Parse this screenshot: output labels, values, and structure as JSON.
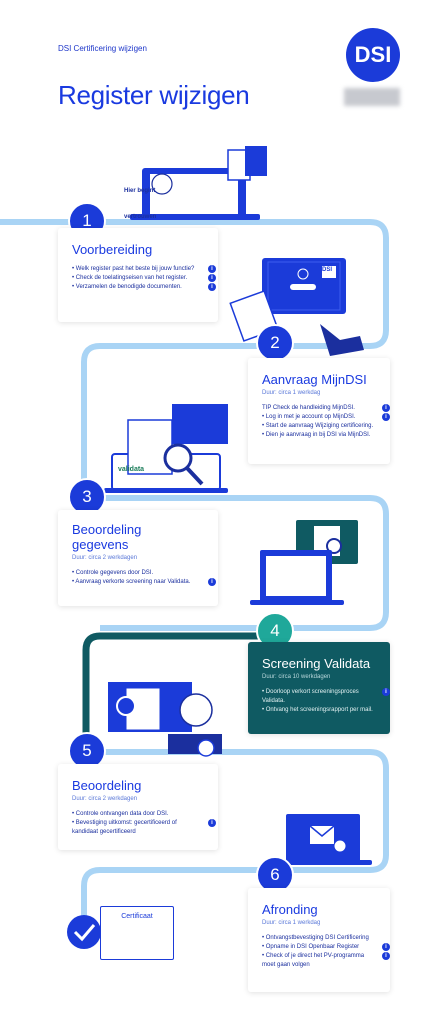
{
  "header": {
    "kicker": "DSI Certificering wijzigen",
    "title": "Register wijzigen",
    "logo_text": "DSI"
  },
  "steps": [
    {
      "number": "1",
      "title": "Voorbereiding",
      "duration": "",
      "items": [
        "• Welk register past het beste bij jouw functie?",
        "• Check de toelatingseisen van het register.",
        "• Verzamelen de benodigde documenten."
      ],
      "info_icons": [
        0,
        1,
        2
      ]
    },
    {
      "number": "2",
      "title": "Aanvraag MijnDSI",
      "duration": "Duur: circa 1 werkdag",
      "items": [
        "TIP Check de handleiding MijnDSI.",
        "• Log in met je account op MijnDSI.",
        "• Start de aanvraag Wijziging certificering.",
        "• Dien je aanvraag in bij DSI via MijnDSI."
      ],
      "info_icons": [
        0,
        1
      ]
    },
    {
      "number": "3",
      "title": "Beoordeling gegevens",
      "duration": "Duur: circa 2 werkdagen",
      "items": [
        "• Controle gegevens door DSI.",
        "• Aanvraag verkorte screening naar Validata."
      ],
      "info_icons": [
        1
      ]
    },
    {
      "number": "4",
      "title": "Screening Validata",
      "duration": "Duur: circa 10 werkdagen",
      "items": [
        "• Doorloop verkort screeningsproces",
        "  Validata.",
        "• Ontvang het screeningsrapport per mail."
      ],
      "info_icons": [
        0
      ]
    },
    {
      "number": "5",
      "title": "Beoordeling",
      "duration": "Duur: circa 2 werkdagen",
      "items": [
        "• Controle ontvangen data door DSI.",
        "• Bevestiging uitkomst: gecertificeerd of",
        "  kandidaat gecertificeerd"
      ],
      "info_icons": [
        1
      ]
    },
    {
      "number": "6",
      "title": "Afronding",
      "duration": "Duur: circa 1 werkdag",
      "items": [
        "• Ontvangstbevestiging DSI Certificering",
        "• Opname in DSI Openbaar Register",
        "• Check of je direct het PV-programma",
        "  moet gaan volgen"
      ],
      "info_icons": [
        1,
        2
      ]
    }
  ],
  "illustrations": {
    "laptop_logo": "DSI",
    "validata_label": "validata",
    "certificate_label": "Certificaat",
    "screen_caption_1": "Hier begint",
    "screen_caption_2": "vertrouwen"
  },
  "info_icon_text": "i",
  "colors": {
    "brand": "#1b3bd9",
    "path": "#a9d4f5",
    "teal": "#1fa89a",
    "dark_card": "#0f5a62"
  }
}
